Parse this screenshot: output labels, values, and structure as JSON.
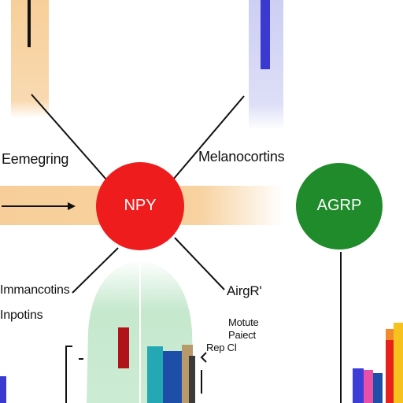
{
  "nodes": {
    "npy": {
      "label": "NPY",
      "color": "#ee1c1c"
    },
    "agrp": {
      "label": "AGRP",
      "color": "#1f8b2b"
    }
  },
  "labels": {
    "emerging": "Eemegring",
    "melanocortins": "Melanocortins",
    "immancotins": "Immancotins",
    "inpotins": "Inpotins",
    "agrp_small": "AirgR'",
    "motute": "Motute",
    "paiect": "Paiect",
    "rep_cl": "Rep Cl"
  },
  "colors": {
    "orange_band": "#f6c98e",
    "blue_band": "#c7c9f2",
    "blue_bar": "#3a3ad0",
    "green_glow": "#bfe6c8",
    "teal_bar": "#23a8b4",
    "navy_bar": "#1e4fa8",
    "tan_bar": "#b89a6a",
    "dark_red_bar": "#b0141a",
    "red_bar": "#e8221b",
    "yellow_bar": "#f7c21e",
    "pink_bar": "#ea4fa8",
    "indigo_bar": "#3d3dd8",
    "orange_bar": "#f08a2a"
  }
}
